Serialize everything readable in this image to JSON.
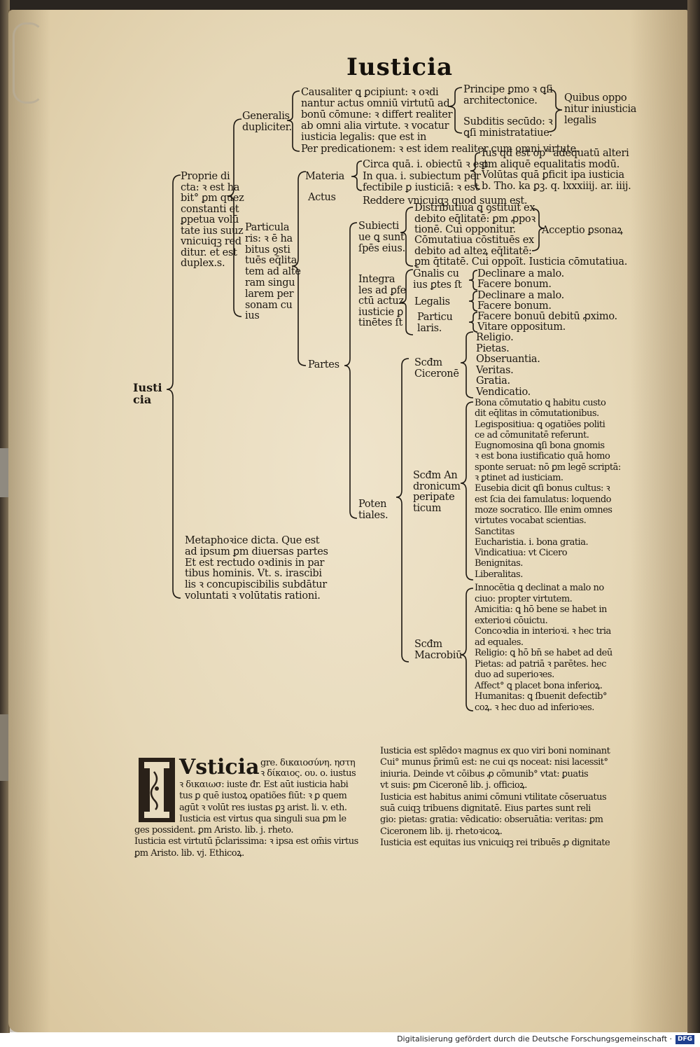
{
  "title": "Iusticia",
  "tree": {
    "root": [
      "Iusti",
      "cia"
    ],
    "proprie": [
      "Proprie di",
      "cta: ꝛ est ha",
      "bit° ꝑm quez",
      "constanti et",
      "ꝑpetua volū",
      "tate ius suuz",
      "vnicuiqꝫ red",
      "ditur. et est",
      "duplex.s."
    ],
    "generalis": [
      "Generalis",
      "dupliciter."
    ],
    "causaliter": [
      "Causaliter ꝗ ꝑcipiunt: ꝛ oꝛdi",
      "nantur actus omniū virtutū ad",
      "bonū cōmune: ꝛ differt realiter",
      "ab omni alia virtute. ꝛ vocatur",
      "iusticia legalis: que est in"
    ],
    "predicationem": "Per predicationem: ꝛ est idem realiter cum omni virtute.",
    "principe": [
      "Principe ꝑmo ꝛ ꝗſi",
      "architectonice."
    ],
    "subditis": [
      "Subditis secūdo: ꝛ",
      "ꝗſi ministratatiue."
    ],
    "quibus": [
      "Quibus oppo",
      "nitur iniusticia",
      "legalis"
    ],
    "materia": "Materia",
    "actus": "Actus",
    "circa": "Circa quā. i. obiectū ꝛ est",
    "in_qua": [
      "In qua. i. subiectum per",
      "fectibile ꝑ iusticiā: ꝛ est"
    ],
    "reddere": [
      "Reddere vnicuiqꝫ quod suum est."
    ],
    "ius": [
      "Ius qđ est op° adequatū alteri",
      "ꝑm aliquē equalitatis modū."
    ],
    "voluntas": [
      "Volūtas quā ꝑficit ipa iusticia",
      "b. Tho. ka ꝑꝫ. q. lxxxiiij. ar. iiij."
    ],
    "particularis": [
      "Particula",
      "ris: ꝛ ē ha",
      "bitus ꝯsti",
      "tuēs eq̄lita",
      "tem ad alte",
      "ram singu",
      "larem per",
      "sonam cu",
      "ius"
    ],
    "partes": "Partes",
    "subiectiue": [
      "Subiecti",
      "ue ꝗ sunt",
      "ſpēs eius."
    ],
    "distributiua": [
      "Distributiua ꝗ ꝯstituit ex",
      "debito eq̄litatē: ꝑm ꝓpoꝛ",
      "tionē. Cui opponitur."
    ],
    "acceptio": "Acceptio ꝑsonaꝝ",
    "commutatiua": [
      "Cōmutatiua cōstituēs ex",
      "debito ad alteꝝ eq̄litatē:",
      "ꝑm q̄titatē. Cui oppoīt. Iusticia cōmutatiua."
    ],
    "integrales": [
      "Integra",
      "les ad ꝑfe",
      "ctū actuz",
      "iusticie ꝑ",
      "tinētes ſt"
    ],
    "generalis_cuius": [
      "Ḡnalis cu",
      "ius ꝑtes ſt"
    ],
    "legalis": "Legalis",
    "particularis2": [
      "Particu",
      "laris."
    ],
    "declinare1": "Declinare a malo.",
    "facere1": "Facere bonum.",
    "declinare2": "Declinare a malo.",
    "facere2": "Facere bonum.",
    "facere_debitum": "Facere bonuū debitū ꝓximo.",
    "vitare": "Vitare oppositum.",
    "potentiales": [
      "Poten",
      "tiales."
    ],
    "cicerone": [
      "Scđm",
      "Ciceronē"
    ],
    "cicerone_items": [
      "Religio.",
      "Pietas.",
      "Obseruantia.",
      "Veritas.",
      "Gratia.",
      "Vendicatio."
    ],
    "andronicum": [
      "Scđm An",
      "dronicum",
      "peripate",
      "ticum"
    ],
    "andronicum_items": [
      "Bona cōmutatio ꝗ habitu custo",
      "dit eq̄litas in cōmutationibus.",
      "Legispositiua: ꝗ ogatiões politi",
      "ce ad cōmunitatē referunt.",
      "Eugnomosina ꝗſi bona gnomis",
      "ꝛ est bona iustificatio quā homo",
      "sponte seruat: nō ꝑm legē scriptā:",
      "ꝛ ꝑtinet ad iusticiam.",
      "Eusebia dicit ꝗſi bonus cultus: ꝛ",
      "est ſcia dei famulatus: loquendo",
      "moze socratico. Ille enim omnes",
      "virtutes vocabat scientias.",
      "Sanctitas",
      "Eucharistia. i. bona gratia.",
      "Vindicatiua: vt Cicero",
      "Benignitas.",
      "Liberalitas."
    ],
    "macrobium": [
      "Scđm",
      "Macrobiū"
    ],
    "macrobium_items": [
      "Innocētia ꝗ declinat a malo no",
      "ciuo: propter virtutem.",
      "Amicitia: ꝗ hō bene se habet in",
      "exterioꝛi cōuictu.",
      "Concoꝛdia in interioꝛi. ꝛ hec tria",
      "ad equales.",
      "Religio: ꝗ hō bn̄ se habet ad deū",
      "Pietas: ad patriā ꝛ parētes. hec",
      "duo ad superioꝛes.",
      "Affect° ꝗ placet bona inferioꝝ.",
      "Humanitas: ꝗ ſbuenit defectib°",
      "coꝝ. ꝛ hec duo ad inferioꝛes."
    ],
    "metaphorice": [
      "Metaphoꝛice dicta. Que est",
      "ad ipsum ꝑm diuersas partes",
      "Et est rectudo oꝛdinis in par",
      "tibus hominis. Vt. s. irascibi",
      "lis ꝛ concupiscibilis subdātur",
      "voluntati ꝛ volūtatis rationi."
    ]
  },
  "definitions": {
    "initial_word": "Vsticia",
    "greek": [
      "gre. δικαιοσύνη. ηστη",
      "ꝛ δίκαιος. ου. ο. iustus"
    ],
    "left_lines": [
      "ꝛ δικαιωσ: iuste đr. Est aūt iusticia habi",
      "tus ꝑ quē iustoꝝ opatiões fiūt: ꝛ ꝑ quem",
      "agūt ꝛ volūt res iustas ꝑꝫ arist. li. v. eth.",
      "Iusticia est virtus qua singuli sua ꝑm le",
      "ges possident. ꝑm Aristo. lib. j. rheto.",
      "Iusticia est virtutū p̄clarissima: ꝛ ipsa est om̄is virtus",
      "ꝑm Aristo. lib. vj. Ethicoꝝ."
    ],
    "right_lines": [
      "Iusticia est splēdoꝛ magnus ex quo viri boni nominant",
      "Cui° munus p̄rimū est: ne cui qs noceat: nisi lacessit°",
      "iniuria. Deinde vt cōibus ꝓ cōmunib° vtat: ꝑuatis",
      "vt suis: ꝑm Ciceronē lib. j. officioꝝ.",
      "Iusticia est habitus animi cōmuni vtilitate cōseruatus",
      "suā cuiqꝫ tribuens dignitatē. Eius partes sunt reli",
      "gio: pietas: gratia: vēdicatio: obseruātia: veritas: ꝑm",
      "Ciceronem lib. ij. rhetoꝛicoꝝ.",
      "Iusticia est equitas ius vnicuiqꝫ rei tribuēs ꝓ dignitate"
    ]
  },
  "footer": {
    "credit": "Digitalisierung gefördert durch die Deutsche Forschungsgemeinschaft ·",
    "logo": "DFG"
  }
}
